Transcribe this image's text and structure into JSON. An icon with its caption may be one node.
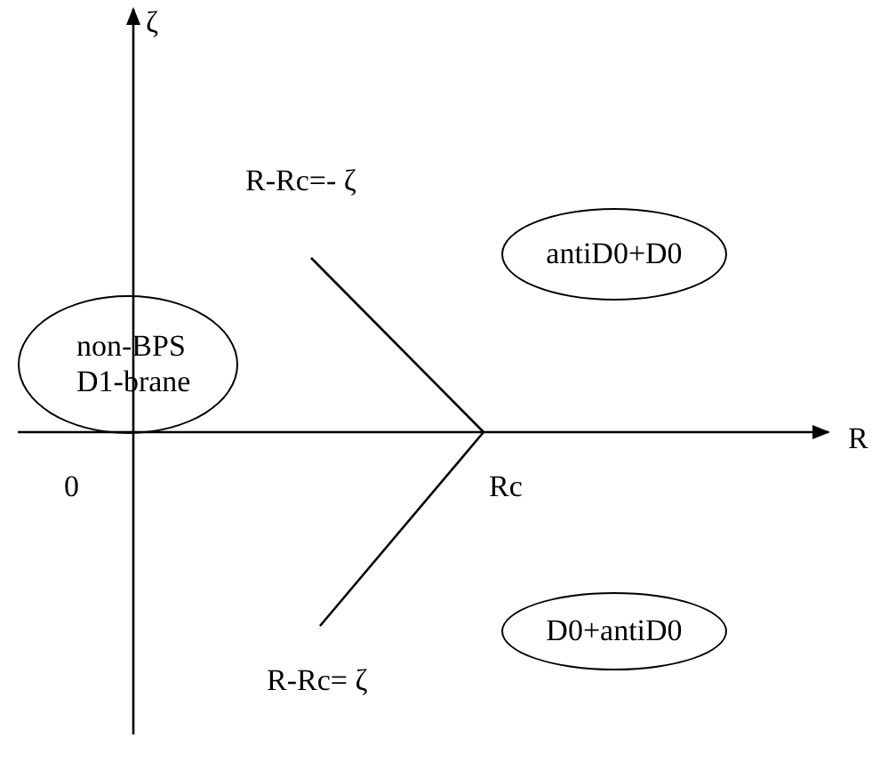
{
  "diagram": {
    "nodes": [
      {
        "text": [
          "non-BPS D1-brane"
        ]
      },
      {
        "text": [
          "antiD0+D0"
        ]
      },
      {
        "text": [
          "D0+antiD0"
        ]
      }
    ],
    "labels": [
      "ζ",
      "R-Rc=- ζ",
      "R",
      "0",
      "Rc",
      "R-Rc= ζ"
    ]
  }
}
